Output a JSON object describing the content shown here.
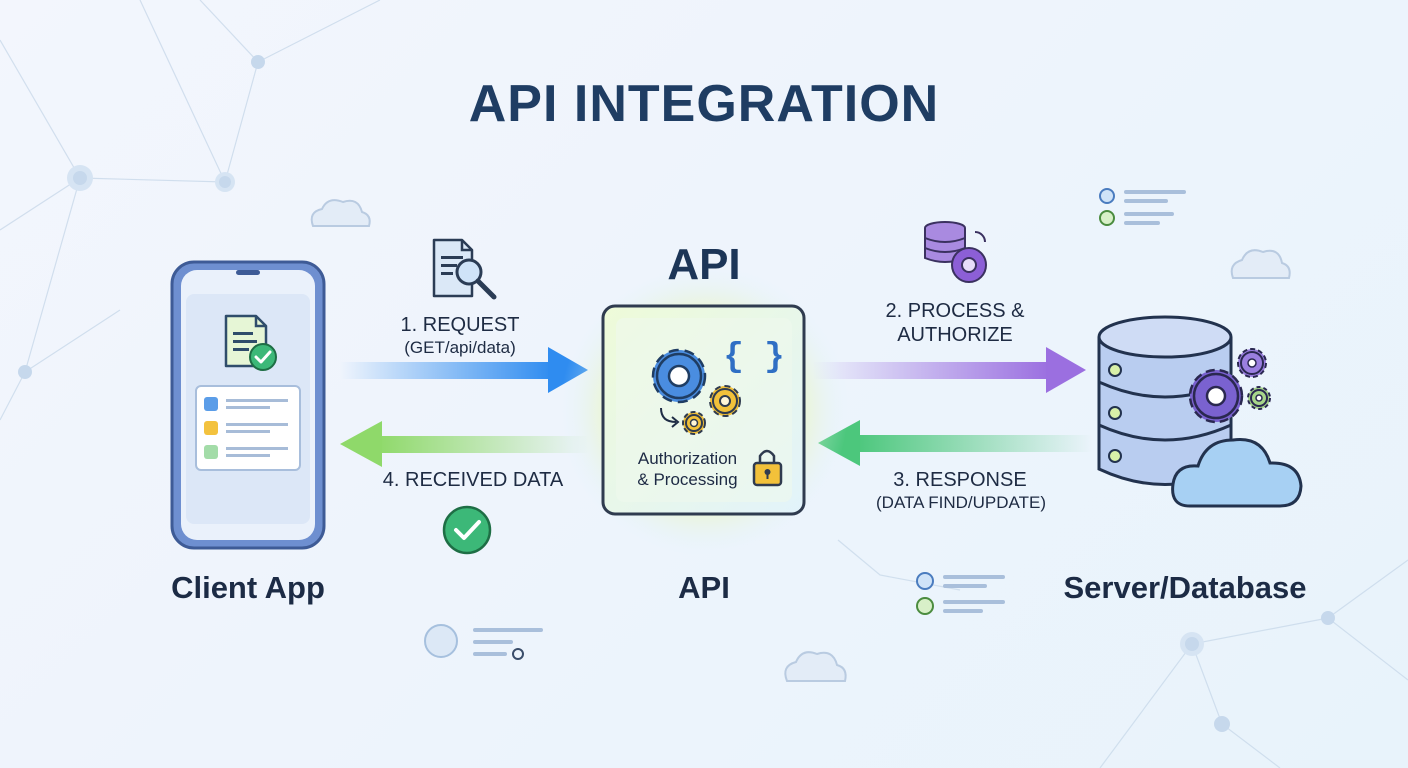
{
  "title": "API INTEGRATION",
  "nodes": {
    "client": {
      "label": "Client App"
    },
    "api": {
      "title": "API",
      "label": "API",
      "box_line1": "Authorization",
      "box_line2": "& Processing",
      "braces": "{ }"
    },
    "server": {
      "label": "Server/Database"
    }
  },
  "steps": {
    "request": {
      "label": "1. REQUEST",
      "sub": "(GET/api/data)"
    },
    "process": {
      "line1": "2. PROCESS &",
      "line2": "AUTHORIZE"
    },
    "response": {
      "label": "3. RESPONSE",
      "sub": "(DATA FIND/UPDATE)"
    },
    "received": {
      "label": "4. RECEIVED DATA"
    }
  },
  "colors": {
    "request_arrow": "#2f8cf0",
    "process_arrow": "#9b6fe0",
    "response_arrow": "#4cc77c",
    "received_arrow": "#8fd96a",
    "title": "#1f3d63",
    "gear_blue": "#4a8de0",
    "gear_yellow": "#f2c13a",
    "gear_purple": "#8c5fd6"
  },
  "icons": [
    "document-check-icon",
    "document-search-icon",
    "database-gear-icon",
    "gear-icon",
    "lock-icon",
    "check-circle-icon",
    "cloud-icon",
    "server-icon"
  ]
}
